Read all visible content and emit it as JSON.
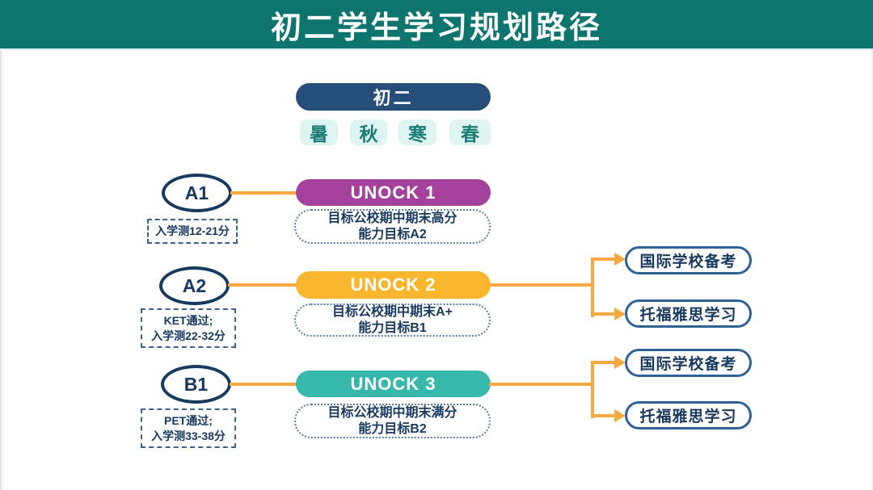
{
  "header": {
    "title": "初二学生学习规划路径"
  },
  "grade_pill": {
    "label": "初二"
  },
  "seasons": [
    "暑",
    "秋",
    "寒",
    "春"
  ],
  "rows": [
    {
      "level": "A1",
      "stage": "UNOCK 1",
      "stage_color": "#a4419d",
      "requirement_lines": [
        "入学测12-21分"
      ],
      "goal_lines": [
        "目标公校期中期末高分",
        "能力目标A2"
      ],
      "outcomes": []
    },
    {
      "level": "A2",
      "stage": "UNOCK 2",
      "stage_color": "#f8b62c",
      "requirement_lines": [
        "KET通过;",
        "入学测22-32分"
      ],
      "goal_lines": [
        "目标公校期中期末A+",
        "能力目标B1"
      ],
      "outcomes": [
        "国际学校备考",
        "托福雅思学习"
      ]
    },
    {
      "level": "B1",
      "stage": "UNOCK 3",
      "stage_color": "#36b8ab",
      "requirement_lines": [
        "PET通过;",
        "入学测33-38分"
      ],
      "goal_lines": [
        "目标公校期中期末满分",
        "能力目标B2"
      ],
      "outcomes": [
        "国际学校备考",
        "托福雅思学习"
      ]
    }
  ],
  "colors": {
    "header_bg": "#0e756e",
    "title_text": "#ffffff",
    "navy": "#17395f",
    "grade_pill_bg": "#254e79",
    "season_bg": "#ddf4f1",
    "season_text": "#1a7b75",
    "connector_orange": "#f6a940",
    "stage_1": "#a4419d",
    "stage_2": "#f8b62c",
    "stage_3": "#36b8ab",
    "outcome_border": "#2e6195",
    "dashed_border": "#3c6191",
    "dotted_border": "#5b7ba3"
  }
}
